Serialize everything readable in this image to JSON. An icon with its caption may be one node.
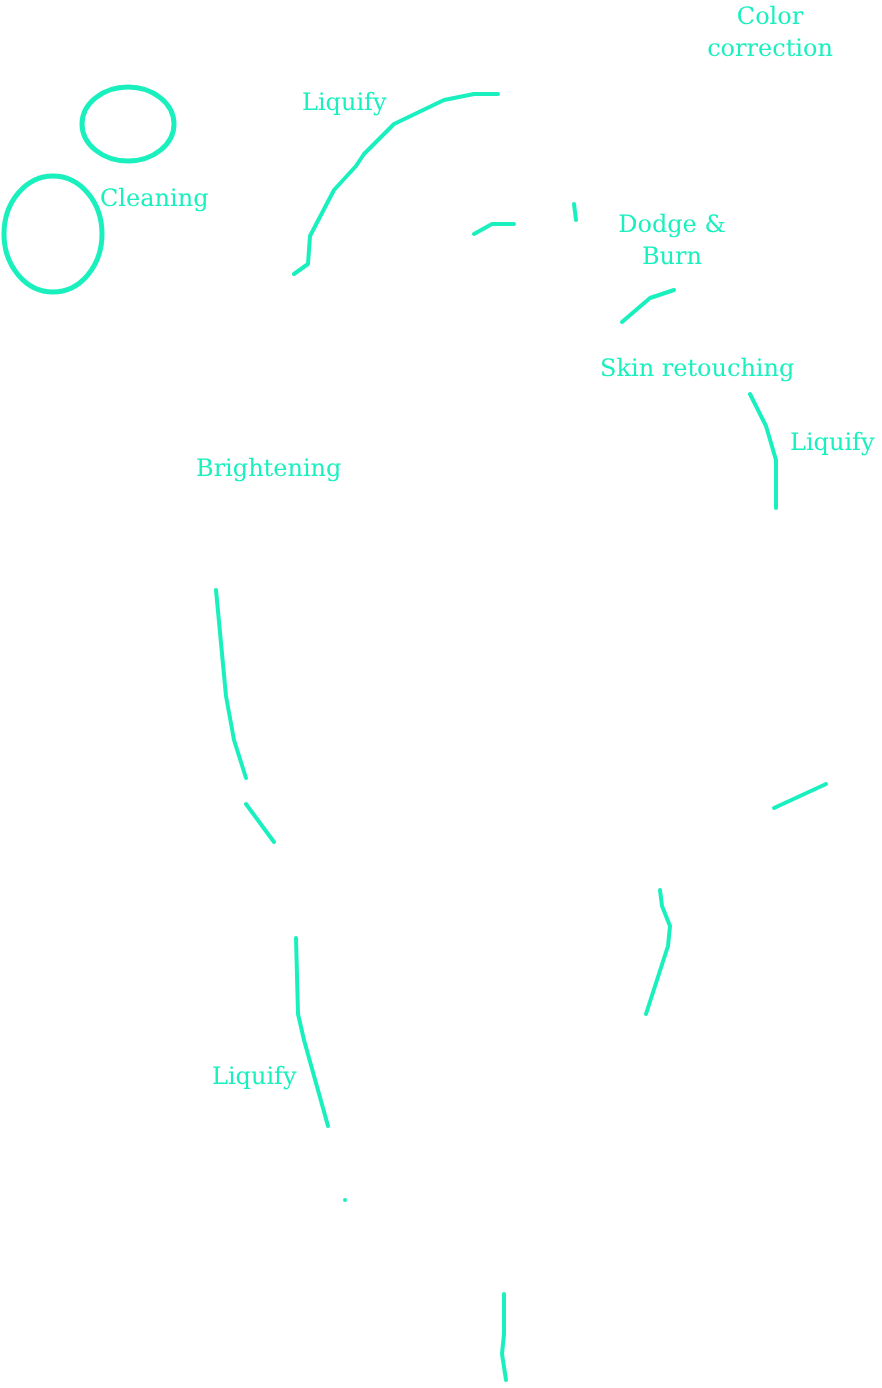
{
  "diagram": {
    "labels": [
      "Color correction",
      "Liquify",
      "Cleaning",
      "Dodge & Burn",
      "Skin retouching",
      "Liquify",
      "Brightening",
      "Liquify"
    ]
  }
}
